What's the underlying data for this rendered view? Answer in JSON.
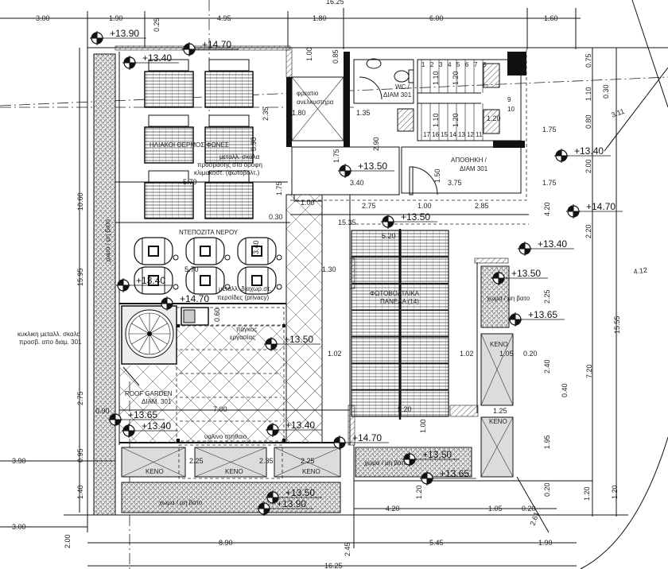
{
  "labels": {
    "solar_heaters": "ΗΛΙΑΚΟΙ ΘΕΡΜΟΣΙΦΩΝΕΣ",
    "metal_ladder_1": "μεταλλ. σκαλα",
    "metal_ladder_2": "προσβασης στο οροφη",
    "metal_ladder_3": "κλιμακοστ. (φωτοβολτ.)",
    "water_tanks": "ΝΤΕΠΟΖΙΤΑ ΝΕΡΟΥ",
    "elevator_shaft_1": "φρεατιο",
    "elevator_shaft_2": "ανελκυστηρα",
    "wc_1": "WC /",
    "wc_2": "ΔΙΑΜ 301",
    "storage_1": "ΑΠΟΘΗΚΗ /",
    "storage_2": "ΔΙΑΜ 301",
    "spiral_stair_1": "κυκλικη μεταλλ. σκαλα",
    "spiral_stair_2": "προσβ. απο διαμ. 301",
    "roof_garden_1": "ROOF GARDEN",
    "roof_garden_2": "ΔΙΑΜ. 301",
    "workbench_1": "πάγκος",
    "workbench_2": "εργασίας",
    "glass_parapet": "υαλινο στηθαιο",
    "privacy_1": "μεταλλ. διαχωρ.στ.",
    "privacy_2": "περσίδες (privacy)",
    "pv_1": "ΦΩΤΟΒΟΛΤΑΙΚΑ",
    "pv_2": "ΠΑΝΕΛΑ (14)",
    "void": "ΚΕΝΟ",
    "soil": "χωμα / μη βατο"
  },
  "stair_steps": [
    "1",
    "2",
    "3",
    "4",
    "5",
    "6",
    "7",
    "8",
    "9",
    "10",
    "11",
    "12",
    "13",
    "14",
    "15",
    "16",
    "17"
  ],
  "levels": [
    "+13.90",
    "+14.70",
    "+13.40",
    "+13.50",
    "+13.50",
    "+13.40",
    "+14.70",
    "+13.40",
    "+13.50",
    "+13.65",
    "+13.40",
    "+14.70",
    "+13.50",
    "+13.65",
    "+13.40",
    "+13.40",
    "+14.70",
    "+13.50",
    "+13.65",
    "+13.50",
    "+13.90"
  ],
  "dimensions": {
    "top": [
      "3.00",
      "1.90",
      "4.95",
      "1.80",
      "6.00",
      "1.60",
      "16.25"
    ],
    "left": [
      "10.60",
      "15.95",
      "2.75",
      "3.90",
      "0.95",
      "1.40",
      "3.00",
      "2.00",
      "0.90"
    ],
    "bottom": [
      "8.90",
      "5.45",
      "1.90",
      "16.25",
      "2.45",
      "4.20",
      "1.05",
      "0.20",
      "1.20",
      "2.61"
    ],
    "right": [
      "0.75",
      "1.10",
      "0.80",
      "2.00",
      "2.20",
      "4.20",
      "0.30",
      "3.11",
      "1.75",
      "1.75",
      "2.25",
      "2.40",
      "1.95",
      "7.20",
      "15.55",
      "0.40",
      "4.12",
      "0.20",
      "1.20"
    ],
    "inner": [
      "0.25",
      "1.00",
      "0.85",
      "2.35",
      "1.80",
      "1.35",
      "2.90",
      "1.75",
      "3.40",
      "1.50",
      "3.75",
      "2.75",
      "1.00",
      "2.85",
      "15.35",
      "5.70",
      "5.70",
      "1.30",
      "0.30",
      "1.00",
      "1.75",
      "0.60",
      "7.00",
      "2.25",
      "2.35",
      "2.25",
      "1.02",
      "1.02",
      "1.05",
      "0.20",
      "1.25",
      "1.00",
      "5.20",
      "5.20",
      "1.20",
      "1.10",
      "1.20",
      "1.10",
      "1.20",
      "1.20",
      "3.40",
      "8.90"
    ]
  },
  "colors": {
    "line": "#111111",
    "void_fill": "#dcdcdc",
    "soil_fill": "#bbbbbb"
  }
}
